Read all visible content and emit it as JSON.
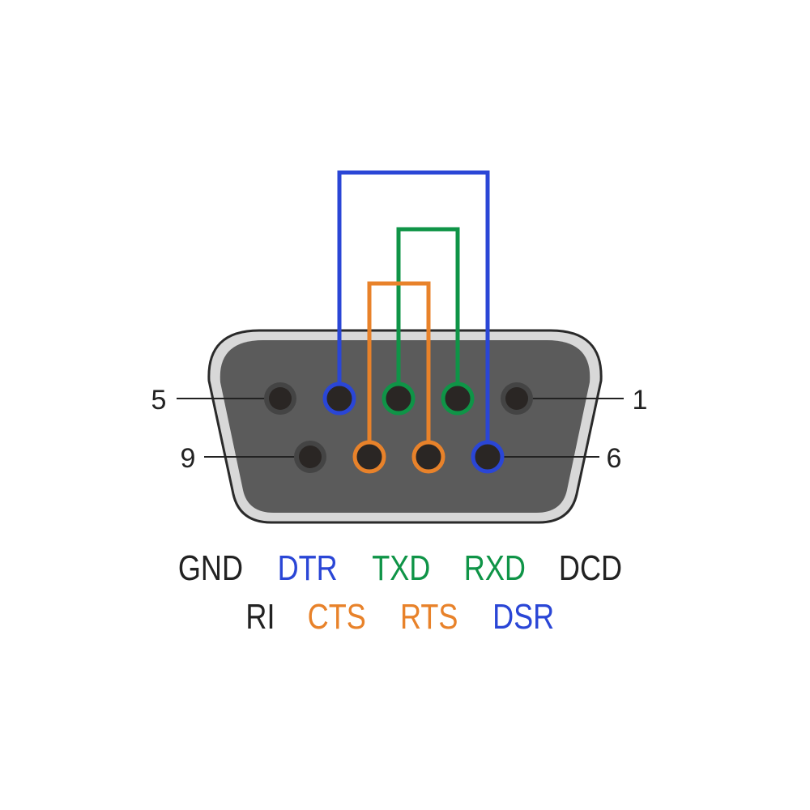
{
  "title": "DB9 serial connector pinout",
  "colors": {
    "blue": "#2a46d6",
    "green": "#0f9447",
    "orange": "#e8822a",
    "dark": "#222222",
    "body": "#5a5a5a"
  },
  "pin_numbers": {
    "top_left": "5",
    "top_right": "1",
    "bottom_left": "9",
    "bottom_right": "6"
  },
  "signals_row1": [
    {
      "label": "GND",
      "color": "dark"
    },
    {
      "label": "DTR",
      "color": "blue"
    },
    {
      "label": "TXD",
      "color": "green"
    },
    {
      "label": "RXD",
      "color": "green"
    },
    {
      "label": "DCD",
      "color": "dark"
    }
  ],
  "signals_row2": [
    {
      "label": "RI",
      "color": "dark"
    },
    {
      "label": "CTS",
      "color": "orange"
    },
    {
      "label": "RTS",
      "color": "orange"
    },
    {
      "label": "DSR",
      "color": "blue"
    }
  ]
}
